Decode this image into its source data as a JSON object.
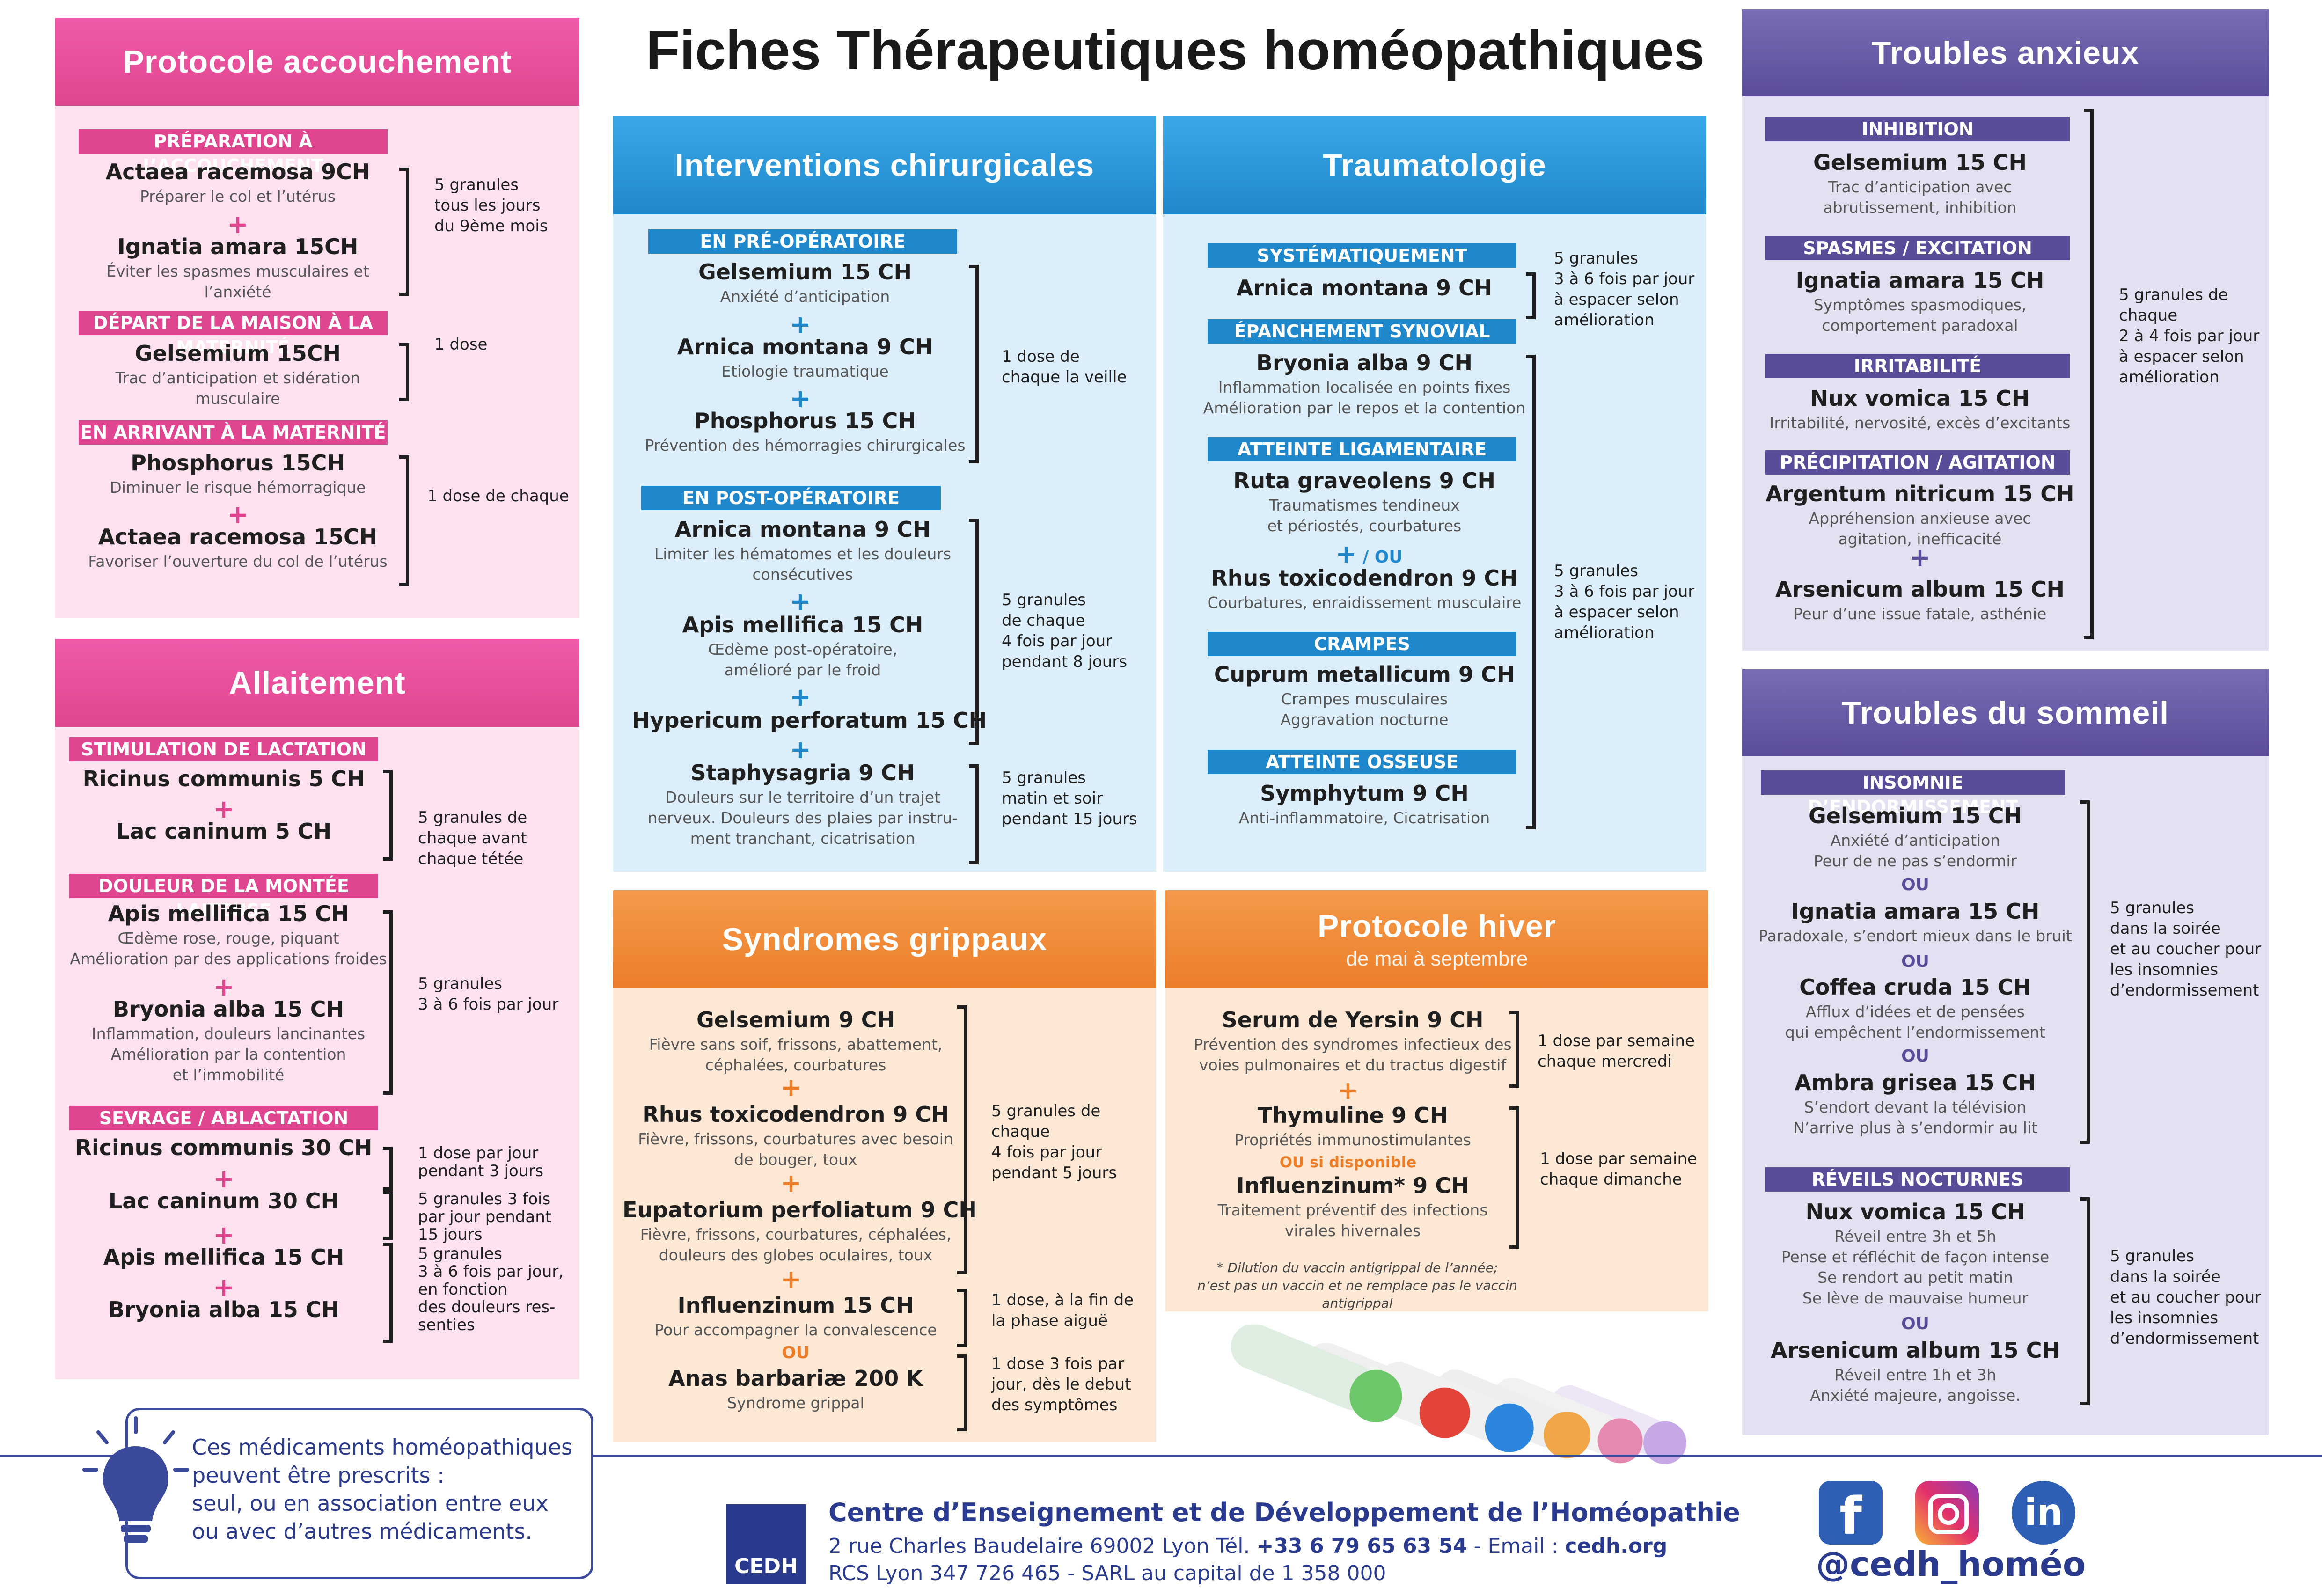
{
  "title": "Fiches Thérapeutiques homéopathiques",
  "colors": {
    "pink": "#e0468f",
    "pink_bg": "#fde1ee",
    "blue": "#1f88cc",
    "blue_bg": "#dbeef9",
    "orange": "#ec7e2a",
    "orange_bg": "#fde7d5",
    "purple": "#5b4c99",
    "purple_bg": "#e4e0f1"
  },
  "accouchement": {
    "title": "Protocole accouchement",
    "s1": "PRÉPARATION À L’ACCOUCHEMENT",
    "r1n": "Actaea racemosa 9CH",
    "r1d": "Préparer le col et l’utérus",
    "r2n": "Ignatia amara 15CH",
    "r2d": "Éviter les spasmes musculaires et l’anxiété",
    "dose1": "5 granules\ntous les jours\ndu 9ème mois",
    "s2": "DÉPART DE LA MAISON À LA MATERNITÉ",
    "r3n": "Gelsemium 15CH",
    "r3d": "Trac d’anticipation et sidération musculaire",
    "dose2": "1 dose",
    "s3": "EN ARRIVANT À LA MATERNITÉ",
    "r4n": "Phosphorus 15CH",
    "r4d": "Diminuer le risque hémorragique",
    "r5n": "Actaea racemosa 15CH",
    "r5d": "Favoriser l’ouverture du col de l’utérus",
    "dose3": "1 dose de chaque"
  },
  "allaitement": {
    "title": "Allaitement",
    "s1": "STIMULATION DE LACTATION",
    "r1n": "Ricinus communis 5 CH",
    "r2n": "Lac caninum 5 CH",
    "dose1": "5 granules de\nchaque avant\nchaque tétée",
    "s2": "DOULEUR DE LA MONTÉE LAITEUSE",
    "r3n": "Apis mellifica 15 CH",
    "r3d": "Œdème rose, rouge, piquant\nAmélioration par des applications froides",
    "r4n": "Bryonia alba 15 CH",
    "r4d": "Inflammation, douleurs lancinantes\nAmélioration par la contention\net l’immobilité",
    "dose2": "5 granules\n3 à 6 fois par jour",
    "s3": "SEVRAGE / ABLACTATION",
    "r5n": "Ricinus communis 30 CH",
    "r6n": "Lac caninum 30 CH",
    "r7n": "Apis mellifica 15 CH",
    "r8n": "Bryonia alba 15 CH",
    "dose3": "1 dose par jour\npendant 3 jours",
    "dose4": "5 granules 3 fois\npar jour pendant\n15 jours",
    "dose5": "5 granules\n3 à 6 fois par jour,\nen fonction\ndes douleurs res-\nsenties"
  },
  "chirurgie": {
    "title": "Interventions chirurgicales",
    "s1": "EN PRÉ-OPÉRATOIRE",
    "r1n": "Gelsemium 15 CH",
    "r1d": "Anxiété d’anticipation",
    "r2n": "Arnica montana 9 CH",
    "r2d": "Etiologie traumatique",
    "r3n": "Phosphorus 15 CH",
    "r3d": "Prévention des hémorragies chirurgicales",
    "dose1": "1 dose de\nchaque la veille",
    "s2": "EN POST-OPÉRATOIRE",
    "r4n": "Arnica montana 9 CH",
    "r4d": "Limiter les hématomes et les douleurs\nconsécutives",
    "r5n": "Apis mellifica 15 CH",
    "r5d": "Œdème post-opératoire,\namélioré par le froid",
    "r6n": "Hypericum perforatum 15 CH",
    "dose2": "5 granules\nde chaque\n4 fois par jour\npendant 8 jours",
    "r7n": "Staphysagria 9 CH",
    "r7d": "Douleurs sur le territoire d’un trajet\nnerveux. Douleurs des plaies par instru-\nment tranchant, cicatrisation",
    "dose3": "5 granules\nmatin et soir\npendant 15 jours"
  },
  "trauma": {
    "title": "Traumatologie",
    "s1": "SYSTÉMATIQUEMENT",
    "r1n": "Arnica montana 9 CH",
    "dose1": "5 granules\n3 à 6 fois par jour\nà espacer selon\namélioration",
    "s2": "ÉPANCHEMENT SYNOVIAL",
    "r2n": "Bryonia alba 9 CH",
    "r2d": "Inflammation localisée en points fixes\nAmélioration par le repos et la contention",
    "s3": "ATTEINTE LIGAMENTAIRE",
    "r3n": "Ruta graveolens 9 CH",
    "r3d": "Traumatismes tendineux\net périostés, courbatures",
    "ou": "/ OU",
    "r4n": "Rhus toxicodendron 9 CH",
    "r4d": "Courbatures, enraidissement musculaire",
    "dose2": "5 granules\n3 à 6 fois par jour\nà espacer selon\namélioration",
    "s4": "CRAMPES",
    "r5n": "Cuprum metallicum 9 CH",
    "r5d": "Crampes musculaires\nAggravation nocturne",
    "s5": "ATTEINTE OSSEUSE",
    "r6n": "Symphytum 9 CH",
    "r6d": "Anti-inflammatoire, Cicatrisation"
  },
  "grippe": {
    "title": "Syndromes grippaux",
    "r1n": "Gelsemium 9 CH",
    "r1d": "Fièvre sans soif, frissons, abattement,\ncéphalées, courbatures",
    "r2n": "Rhus toxicodendron 9 CH",
    "r2d": "Fièvre, frissons, courbatures avec besoin\nde bouger, toux",
    "r3n": "Eupatorium perfoliatum 9 CH",
    "r3d": "Fièvre, frissons, courbatures, céphalées,\ndouleurs des globes oculaires, toux",
    "dose1": "5 granules de\nchaque\n4 fois par jour\npendant 5 jours",
    "r4n": "Influenzinum 15 CH",
    "r4d": "Pour accompagner la convalescence",
    "dose2": "1 dose, à la fin de\nla phase aiguë",
    "ou": "OU",
    "r5n": "Anas barbariæ 200 K",
    "r5d": "Syndrome grippal",
    "dose3": "1 dose 3 fois par\njour, dès le debut\ndes symptômes"
  },
  "hiver": {
    "title": "Protocole hiver",
    "subtitle": "de mai à septembre",
    "r1n": "Serum de Yersin 9 CH",
    "r1d": "Prévention des syndromes infectieux des\nvoies pulmonaires et du tractus digestif",
    "dose1": "1 dose par semaine\nchaque mercredi",
    "r2n": "Thymuline 9 CH",
    "r2d": "Propriétés immunostimulantes",
    "ou": "OU si disponible",
    "r3n": "Influenzinum* 9 CH",
    "r3d": "Traitement préventif des infections\nvirales hivernales",
    "dose2": "1 dose par semaine\nchaque dimanche",
    "note": "* Dilution du vaccin antigrippal de l’année;\nn’est pas un vaccin et ne remplace pas le vaccin antigrippal"
  },
  "anxieux": {
    "title": "Troubles anxieux",
    "s1": "INHIBITION",
    "r1n": "Gelsemium 15 CH",
    "r1d": "Trac d’anticipation avec\nabrutissement, inhibition",
    "s2": "SPASMES / EXCITATION",
    "r2n": "Ignatia amara 15 CH",
    "r2d": "Symptômes spasmodiques,\ncomportement paradoxal",
    "s3": "IRRITABILITÉ",
    "r3n": "Nux vomica 15 CH",
    "r3d": "Irritabilité, nervosité, excès d’excitants",
    "s4": "PRÉCIPITATION / AGITATION",
    "r4n": "Argentum nitricum 15 CH",
    "r4d": "Appréhension anxieuse avec\nagitation, inefficacité",
    "r5n": "Arsenicum album 15 CH",
    "r5d": "Peur d’une issue fatale, asthénie",
    "dose": "5 granules de\nchaque\n2 à 4 fois par jour\nà espacer selon\namélioration"
  },
  "sommeil": {
    "title": "Troubles du sommeil",
    "s1": "INSOMNIE D’ENDORMISSEMENT",
    "r1n": "Gelsemium 15 CH",
    "r1d": "Anxiété d’anticipation\nPeur de ne pas s’endormir",
    "r2n": "Ignatia amara 15 CH",
    "r2d": "Paradoxale, s’endort mieux dans le bruit",
    "r3n": "Coffea cruda 15 CH",
    "r3d": "Afflux d’idées et de pensées\nqui empêchent l’endormissement",
    "r4n": "Ambra grisea 15 CH",
    "r4d": "S’endort devant la télévision\nN’arrive plus à s’endormir au lit",
    "ou": "OU",
    "dose1": "5 granules\ndans la soirée\net au coucher pour\nles insomnies\nd’endormissement",
    "s2": "RÉVEILS NOCTURNES",
    "r5n": "Nux vomica 15 CH",
    "r5d": "Réveil entre 3h et 5h\nPense et réfléchit de façon intense\nSe rendort au petit matin\nSe lève de mauvaise humeur",
    "r6n": "Arsenicum album 15 CH",
    "r6d": "Réveil entre 1h et 3h\nAnxiété majeure, angoisse.",
    "dose2": "5 granules\ndans la soirée\net au coucher pour\nles insomnies\nd’endormissement"
  },
  "footer": {
    "tip": "Ces médicaments homéopathiques\npeuvent être prescrits :\nseul, ou en association entre eux\nou avec d’autres médicaments.",
    "org": "Centre d’Enseignement et de Développement de l’Homéopathie",
    "addr": "2 rue Charles Baudelaire 69002 Lyon Tél.",
    "phone": "+33 6 79 65 63 54",
    "email_label": " - Email : ",
    "email": "cedh.org",
    "rcs": "RCS Lyon 347 726 465 - SARL au capital de 1 358 000",
    "logo": "CEDH",
    "handle": "@cedh_homéo",
    "icons": [
      "facebook-icon",
      "instagram-icon",
      "linkedin-icon"
    ]
  }
}
